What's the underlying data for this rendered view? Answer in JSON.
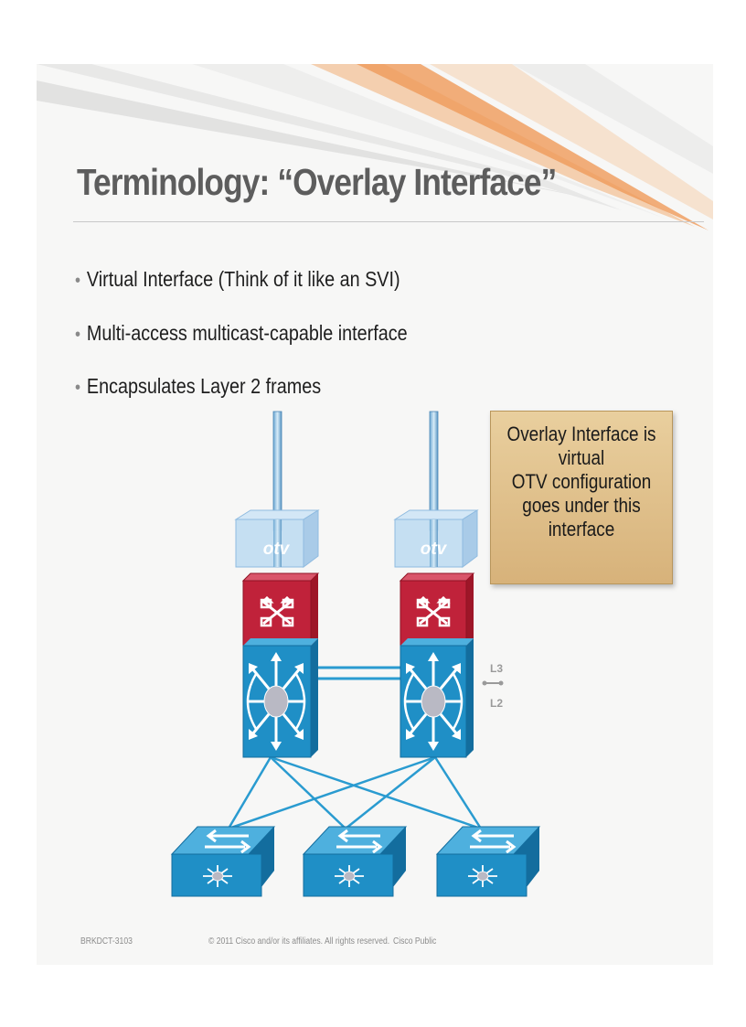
{
  "slide": {
    "title": "Terminology: “Overlay Interface”",
    "bullets": [
      "Virtual Interface (Think of it like an SVI)",
      "Multi-access multicast-capable interface",
      "Encapsulates Layer 2 frames"
    ],
    "callout_lines": [
      "Overlay Interface is",
      "virtual",
      "OTV configuration",
      "goes under this",
      "interface"
    ]
  },
  "diagram": {
    "otv_label": "otv",
    "legend": {
      "top": "L3",
      "bottom": "L2"
    },
    "colors": {
      "router_red": "#c0223a",
      "switch_blue": "#1f8fc6",
      "otv_box": "#b8d8ef",
      "link": "#2a9bd0",
      "callout": "#dcbc86"
    }
  },
  "footer": {
    "session": "BRKDCT-3103",
    "copyright": "© 2011 Cisco and/or its affiliates. All rights reserved.",
    "classification": "Cisco Public"
  }
}
